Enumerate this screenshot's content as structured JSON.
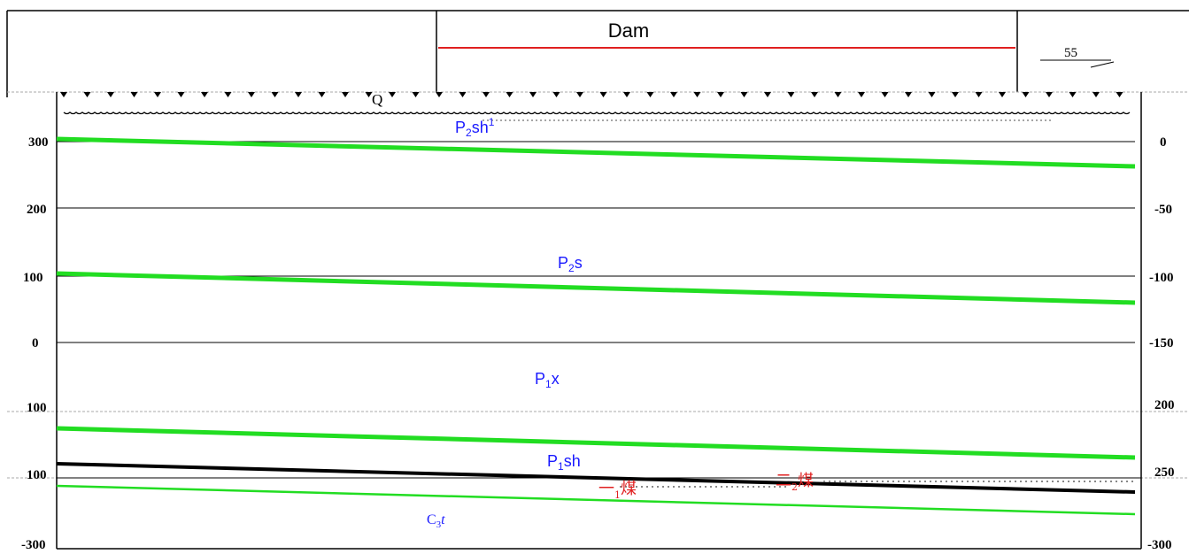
{
  "title": "Dam",
  "dip": "55",
  "layers": {
    "q": "Q",
    "p2sh1_base": "P",
    "p2sh1_sub": "2",
    "p2sh1_tail": "sh",
    "p2sh1_sup": "1",
    "p2s_base": "P",
    "p2s_sub": "2",
    "p2s_tail": "s",
    "p1x_base": "P",
    "p1x_sub": "1",
    "p1x_tail": "x",
    "p1sh_base": "P",
    "p1sh_sub": "1",
    "p1sh_tail": "sh",
    "c3t_base": "C",
    "c3t_sub": "3",
    "c3t_tail": "t"
  },
  "coal": {
    "seam1_prefix": "一",
    "seam1_sub": "1",
    "seam1_char": "煤",
    "seam2_prefix": "二",
    "seam2_sub": "2",
    "seam2_char": "煤"
  },
  "left_axis": [
    "300",
    "200",
    "100",
    "0",
    "100",
    "100",
    "-300"
  ],
  "right_axis": [
    "0",
    "-50",
    "-100",
    "-150",
    "200",
    "250",
    "-300"
  ],
  "colors": {
    "green": "#22dd22",
    "red": "#e02020",
    "blue": "#1a1aff",
    "black": "#000000"
  }
}
